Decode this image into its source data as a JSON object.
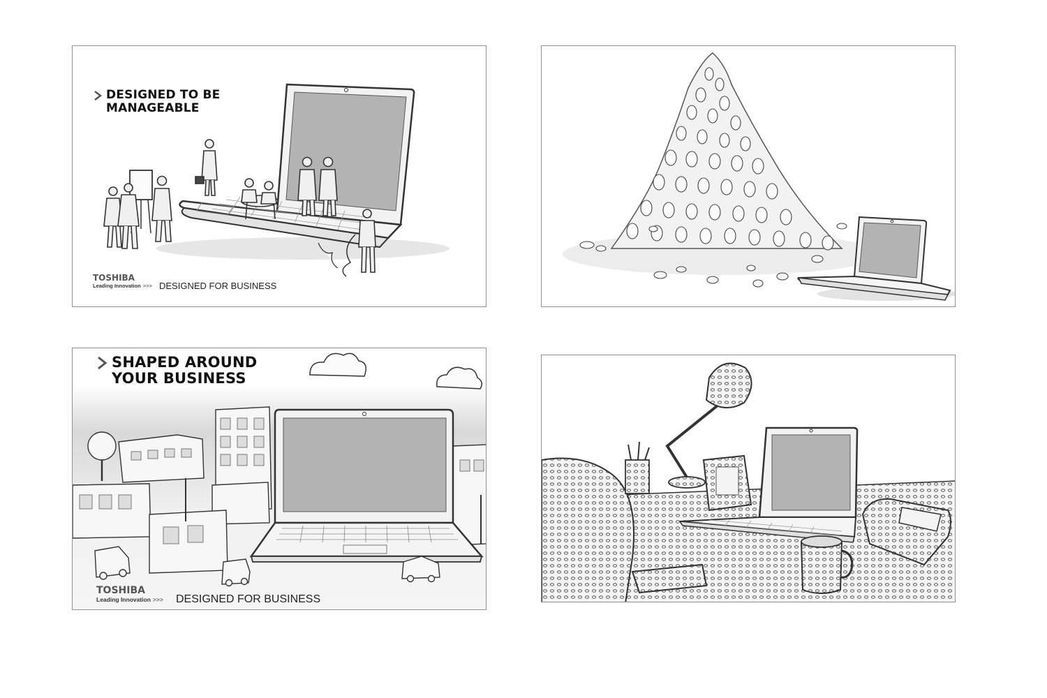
{
  "panels": [
    {
      "headline": [
        "DESIGNED TO BE",
        "MANAGEABLE"
      ],
      "brand": {
        "name": "TOSHIBA",
        "sub": "Leading Innovation",
        "arrows": ">>>"
      },
      "tagline": "DESIGNED FOR BUSINESS"
    },
    {},
    {
      "headline": [
        "SHAPED AROUND",
        "YOUR BUSINESS"
      ],
      "brand": {
        "name": "TOSHIBA",
        "sub": "Leading Innovation",
        "arrows": ">>>"
      },
      "tagline": "DESIGNED FOR BUSINESS"
    },
    {}
  ],
  "colors": {
    "screen": "#b3b3b3",
    "line": "#333333",
    "panel_border": "#8f8f8f"
  }
}
